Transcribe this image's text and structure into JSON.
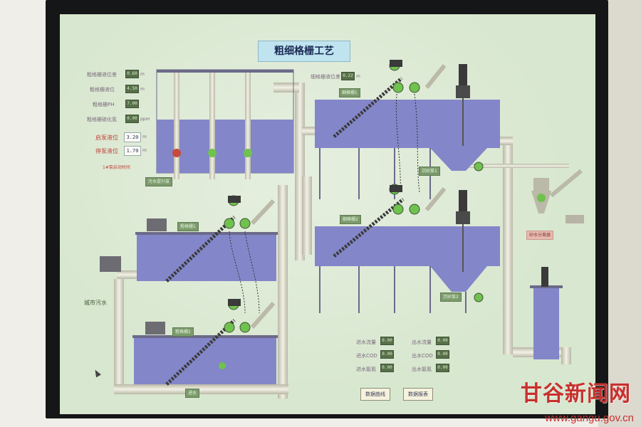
{
  "screen": {
    "title": "粗细格栅工艺",
    "left_panel": [
      {
        "label": "粗格栅液位差",
        "value": "0.60",
        "unit": "m"
      },
      {
        "label": "粗格栅液位",
        "value": "4.50",
        "unit": "m"
      },
      {
        "label": "粗格栅PH",
        "value": "7.00",
        "unit": ""
      },
      {
        "label": "粗格栅硫化氢",
        "value": "0.00",
        "unit": "ppm"
      }
    ],
    "pump_settings": [
      {
        "label": "启泵液位",
        "value": "3.20",
        "unit": "m"
      },
      {
        "label": "停泵液位",
        "value": "1.70",
        "unit": "m"
      }
    ],
    "auto_note": "1#泵启动时间",
    "top_right_label": "细格栅液位差",
    "top_right_value": "0.22",
    "top_right_unit": "m",
    "tags": {
      "sewage_pump": "污水提升泵",
      "fine_screen_1": "细格栅1",
      "fine_screen_2": "细格栅2",
      "coarse_screen_1": "粗格栅1",
      "coarse_screen_2": "粗格栅2",
      "grit_pump_1": "沉砂泵1",
      "grit_pump_2": "沉砂泵2",
      "sand_separator": "砂水分离器",
      "pipe_tag": "进水",
      "city_sewage": "城市污水"
    },
    "inflow_table": [
      {
        "label": "进水流量",
        "value": "0.00"
      },
      {
        "label": "进水COD",
        "value": "0.00"
      },
      {
        "label": "进水氨氮",
        "value": "0.00"
      }
    ],
    "inflow_table2": [
      {
        "label": "出水流量",
        "value": "0.00"
      },
      {
        "label": "出水COD",
        "value": "0.00"
      },
      {
        "label": "出水氨氮",
        "value": "0.00"
      }
    ],
    "buttons": {
      "data_curve": "数据曲线",
      "data_report": "数据报表"
    }
  },
  "watermark": {
    "logo": "甘谷新闻网",
    "url": "www.gangu.gov.cn"
  },
  "colors": {
    "tank": "#8386c9",
    "pipe": "#d9d9c6",
    "screen_bg": "#d8e7cf",
    "accent_red": "#c8302e"
  }
}
